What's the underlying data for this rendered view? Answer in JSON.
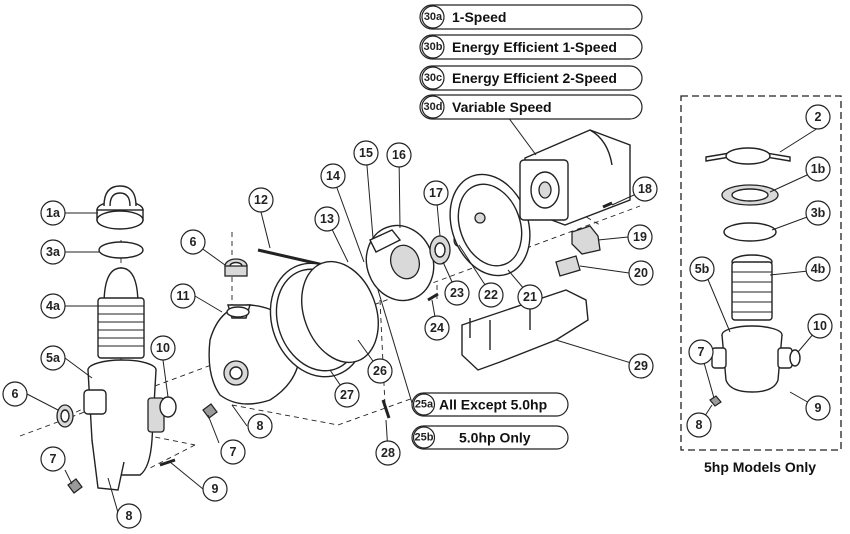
{
  "motor_options": [
    {
      "code": "30a",
      "label": "1-Speed"
    },
    {
      "code": "30b",
      "label": "Energy Efficient 1-Speed"
    },
    {
      "code": "30c",
      "label": "Energy Efficient 2-Speed"
    },
    {
      "code": "30d",
      "label": "Variable Speed"
    }
  ],
  "seal_plate_options": [
    {
      "code": "25a",
      "label": "All Except 5.0hp"
    },
    {
      "code": "25b",
      "label": "5.0hp Only"
    }
  ],
  "callouts": {
    "c1a": "1a",
    "c3a": "3a",
    "c4a": "4a",
    "c5a": "5a",
    "c6_left": "6",
    "c6_mid": "6",
    "c7_left": "7",
    "c7_mid": "7",
    "c7_inset": "7",
    "c8_left": "8",
    "c8_mid": "8",
    "c8_inset": "8",
    "c9_left": "9",
    "c9_inset": "9",
    "c10_left": "10",
    "c10_inset": "10",
    "c11": "11",
    "c12": "12",
    "c13": "13",
    "c14": "14",
    "c15": "15",
    "c16": "16",
    "c17": "17",
    "c18": "18",
    "c19": "19",
    "c20": "20",
    "c21": "21",
    "c22": "22",
    "c23": "23",
    "c24": "24",
    "c26": "26",
    "c27": "27",
    "c28": "28",
    "c29": "29",
    "c2": "2",
    "c1b": "1b",
    "c3b": "3b",
    "c4b": "4b",
    "c5b": "5b"
  },
  "inset": {
    "caption": "5hp Models Only"
  }
}
